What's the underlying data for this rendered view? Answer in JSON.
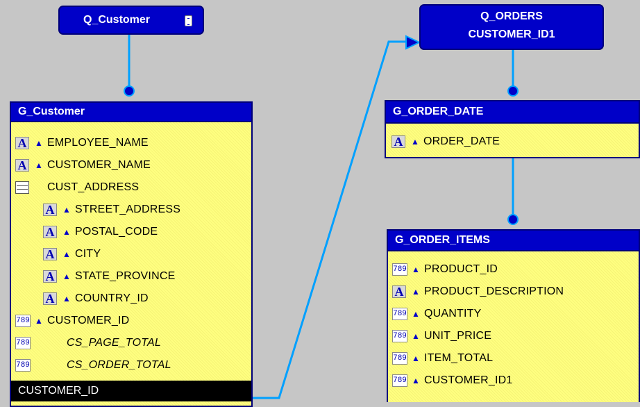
{
  "colors": {
    "background": "#c6c6c6",
    "header_blue": "#0000c8",
    "panel_yellow": "#ffff80",
    "link_line": "#00a0ff",
    "selected_row": "#000000"
  },
  "queries": {
    "customer": {
      "title": "Q_Customer",
      "icon": "query-properties-icon"
    },
    "orders": {
      "title": "Q_ORDERS",
      "subtitle": "CUSTOMER_ID1"
    }
  },
  "groups": {
    "customer": {
      "title": "G_Customer",
      "rows": [
        {
          "label": "EMPLOYEE_NAME",
          "icon": "character-column-icon"
        },
        {
          "label": "CUSTOMER_NAME",
          "icon": "character-column-icon"
        },
        {
          "label": "CUST_ADDRESS",
          "icon": "object-column-icon"
        },
        {
          "label": "STREET_ADDRESS",
          "icon": "character-column-icon"
        },
        {
          "label": "POSTAL_CODE",
          "icon": "character-column-icon"
        },
        {
          "label": "CITY",
          "icon": "character-column-icon"
        },
        {
          "label": "STATE_PROVINCE",
          "icon": "character-column-icon"
        },
        {
          "label": "COUNTRY_ID",
          "icon": "character-column-icon"
        },
        {
          "label": "CUSTOMER_ID",
          "icon": "number-column-icon"
        },
        {
          "label": "CS_PAGE_TOTAL",
          "icon": "number-column-icon"
        },
        {
          "label": "CS_ORDER_TOTAL",
          "icon": "number-column-icon"
        }
      ],
      "selected_row": "CUSTOMER_ID"
    },
    "order_date": {
      "title": "G_ORDER_DATE",
      "rows": [
        {
          "label": "ORDER_DATE",
          "icon": "character-column-icon"
        }
      ]
    },
    "order_items": {
      "title": "G_ORDER_ITEMS",
      "rows": [
        {
          "label": "PRODUCT_ID",
          "icon": "number-column-icon"
        },
        {
          "label": "PRODUCT_DESCRIPTION",
          "icon": "character-column-icon"
        },
        {
          "label": "QUANTITY",
          "icon": "number-column-icon"
        },
        {
          "label": "UNIT_PRICE",
          "icon": "number-column-icon"
        },
        {
          "label": "ITEM_TOTAL",
          "icon": "number-column-icon"
        },
        {
          "label": "CUSTOMER_ID1",
          "icon": "number-column-icon"
        }
      ]
    }
  },
  "glyphs": {
    "char": "A",
    "num": "789",
    "arrow": "▲"
  }
}
